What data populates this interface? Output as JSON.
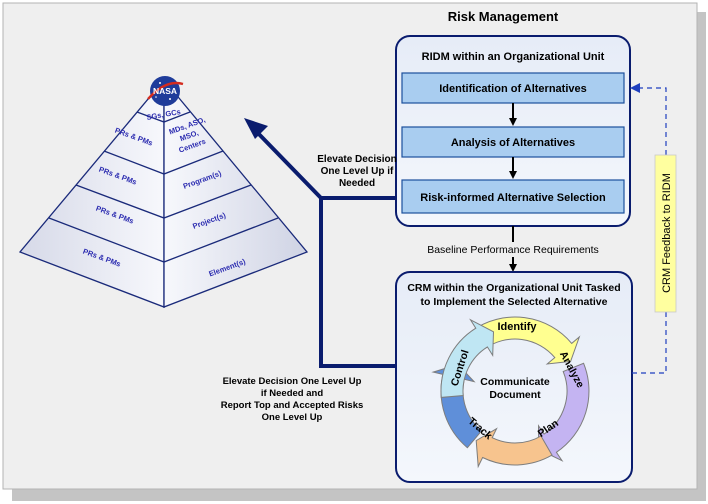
{
  "title": "Risk Management",
  "ridm": {
    "title": "RIDM within an Organizational Unit",
    "steps": [
      "Identification of Alternatives",
      "Analysis of Alternatives",
      "Risk-informed Alternative Selection"
    ]
  },
  "baseline_label": "Baseline Performance Requirements",
  "crm": {
    "title_line1": "CRM within the Organizational Unit Tasked",
    "title_line2": "to Implement the Selected Alternative",
    "cycle": {
      "identify": "Identify",
      "analyze": "Analyze",
      "plan": "Plan",
      "track": "Track",
      "control": "Control",
      "center_line1": "Communicate",
      "center_line2": "Document"
    }
  },
  "feedback_label": "CRM Feedback to RIDM",
  "elevate_top": [
    "Elevate Decision",
    "One Level Up if",
    "Needed"
  ],
  "elevate_bottom": [
    "Elevate Decision One Level Up",
    "if Needed and",
    "Report Top and Accepted Risks",
    "One Level Up"
  ],
  "pyramid": {
    "logo": "NASA",
    "top": "SGs, GCs",
    "levels": [
      {
        "left": "PRs & PMs",
        "right_lines": [
          "MDs, ASO,",
          "MSO,",
          "Centers"
        ]
      },
      {
        "left": "PRs & PMs",
        "right_lines": [
          "Program(s)"
        ]
      },
      {
        "left": "PRs & PMs",
        "right_lines": [
          "Project(s)"
        ]
      },
      {
        "left": "PRs & PMs",
        "right_lines": [
          "Element(s)"
        ]
      }
    ]
  },
  "colors": {
    "panel": "#efefef",
    "navy": "#0a1c6e",
    "step_fill": "#a9cdf0",
    "step_border": "#1c4f9c",
    "feedback_fill": "#ffff9f",
    "identify": "#ffff90",
    "analyze": "#c4b4f2",
    "plan": "#f7c48e",
    "track": "#5f8fd9",
    "control": "#bfe6f3"
  }
}
